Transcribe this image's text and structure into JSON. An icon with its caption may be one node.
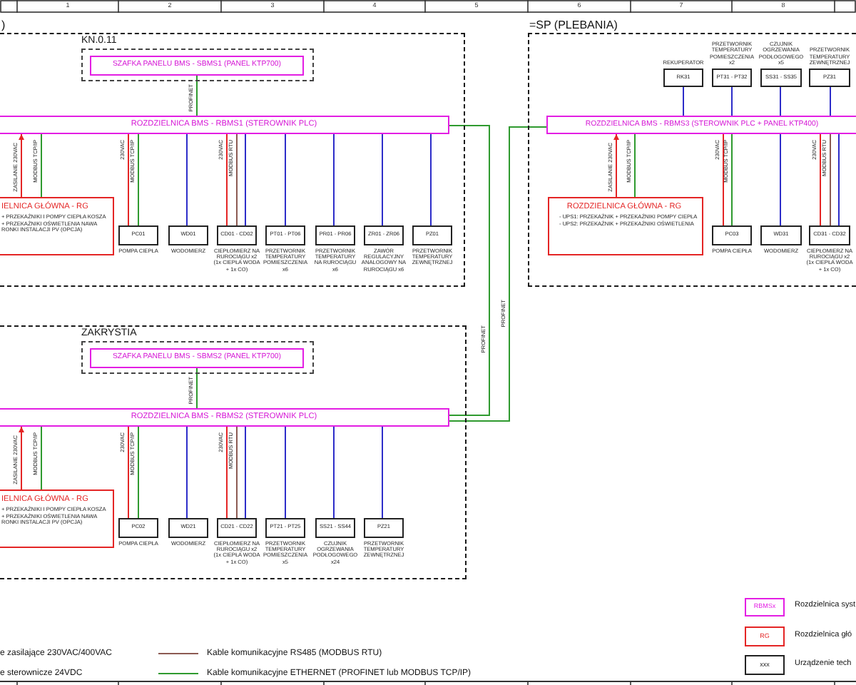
{
  "diagram": {
    "nodes": [
      {
        "text": [
          ")"
        ]
      },
      {
        "text": [
          "KN.0.11"
        ],
        "in": 0
      },
      {
        "text": [
          "SZAFKA PANELU BMS - SBMS1 (PANEL KTP700)"
        ],
        "in": 1
      },
      {
        "text": [
          "ROZDZIELNICA BMS - RBMS1 (STEROWNIK PLC)"
        ],
        "in": 0
      },
      {
        "text": [
          "IELNICA GŁÓWNA - RG",
          "+ PRZEKAŹNIKI I POMPY CIEPŁA KOSZA",
          "+ PRZEKAŹNIKI OŚWIETLENIA NAWA",
          "RONKI INSTALACJI PV (OPCJA)"
        ],
        "in": 0
      },
      {
        "text": [
          "PC01"
        ],
        "beside": [
          "POMPA CIEPŁA"
        ],
        "in": 0
      },
      {
        "text": [
          "WD01"
        ],
        "beside": [
          "WODOMIERZ"
        ],
        "in": 0
      },
      {
        "text": [
          "CD01 - CD02"
        ],
        "beside": [
          "CIEPŁOMIERZ NA RUROCIĄGU x2 (1x CIEPŁA WODA + 1x CO)"
        ],
        "in": 0
      },
      {
        "text": [
          "PT01 - PT06"
        ],
        "beside": [
          "PRZETWORNIK TEMPERATURY POMIESZCZENIA x6"
        ],
        "in": 0
      },
      {
        "text": [
          "PR01 - PR06"
        ],
        "beside": [
          "PRZETWORNIK TEMPERATURY NA RUROCIĄGU x6"
        ],
        "in": 0
      },
      {
        "text": [
          "ZR01 - ZR06"
        ],
        "beside": [
          "ZAWÓR REGULACYJNY ANALOGOWY NA RUROCIĄGU x6"
        ],
        "in": 0
      },
      {
        "text": [
          "PZ01"
        ],
        "beside": [
          "PRZETWORNIK TEMPERATURY ZEWNĘTRZNEJ"
        ],
        "in": 0
      },
      {
        "text": [
          "=SP (PLEBANIA)"
        ]
      },
      {
        "text": [
          "RK31"
        ],
        "beside": [
          "REKUPERATOR"
        ],
        "in": 12
      },
      {
        "text": [
          "PT31 - PT32"
        ],
        "beside": [
          "PRZETWORNIK TEMPERATURY POMIESZCZENIA x2"
        ],
        "in": 12
      },
      {
        "text": [
          "SS31 - SS35"
        ],
        "beside": [
          "CZUJNIK OGRZEWANIA PODŁOGOWEGO x5"
        ],
        "in": 12
      },
      {
        "text": [
          "PZ31"
        ],
        "beside": [
          "PRZETWORNIK TEMPERATURY ZEWNĘTRZNEJ"
        ],
        "in": 12
      },
      {
        "text": [
          "ROZDZIELNICA BMS - RBMS3 (STEROWNIK PLC + PANEL KTP400)"
        ],
        "in": 12
      },
      {
        "text": [
          "ROZDZIELNICA GŁÓWNA - RG",
          "- UPS1: PRZEKAŹNIK + PRZEKAŹNIKI POMPY CIEPŁA",
          "- UPS2: PRZEKAŹNIK + PRZEKAŹNIKI OŚWIETLENIA"
        ],
        "in": 12
      },
      {
        "text": [
          "PC03"
        ],
        "beside": [
          "POMPA CIEPŁA"
        ],
        "in": 12
      },
      {
        "text": [
          "WD31"
        ],
        "beside": [
          "WODOMIERZ"
        ],
        "in": 12
      },
      {
        "text": [
          "CD31 - CD32"
        ],
        "beside": [
          "CIEPŁOMIERZ NA RUROCIĄGU x2 (1x CIEPŁA WODA + 1x CO)"
        ],
        "in": 12
      },
      {
        "text": [],
        "shape": "box"
      },
      {
        "text": [
          "ZAKRYSTIA"
        ],
        "in": 22
      },
      {
        "text": [
          "SZAFKA PANELU BMS - SBMS2 (PANEL KTP700)"
        ],
        "in": 23
      },
      {
        "text": [
          "ROZDZIELNICA BMS - RBMS2 (STEROWNIK PLC)"
        ],
        "in": 22
      },
      {
        "text": [
          "IELNICA GŁÓWNA - RG",
          "+ PRZEKAŹNIKI I POMPY CIEPŁA KOSZA",
          "+ PRZEKAŹNIKI OŚWIETLENIA NAWA",
          "RONKI INSTALACJI PV (OPCJA)"
        ],
        "in": 22
      },
      {
        "text": [
          "PC02"
        ],
        "beside": [
          "POMPA CIEPŁA"
        ],
        "in": 22
      },
      {
        "text": [
          "WD21"
        ],
        "beside": [
          "WODOMIERZ"
        ],
        "in": 22
      },
      {
        "text": [
          "CD21 - CD22"
        ],
        "beside": [
          "CIEPŁOMIERZ NA RUROCIĄGU x2 (1x CIEPŁA WODA + 1x CO)"
        ],
        "in": 22
      },
      {
        "text": [
          "PT21 - PT25"
        ],
        "beside": [
          "PRZETWORNIK TEMPERATURY POMIESZCZENIA x5"
        ],
        "in": 22
      },
      {
        "text": [
          "SS21 - SS44"
        ],
        "beside": [
          "CZUJNIK OGRZEWANIA PODŁOGOWEGO x24"
        ],
        "in": 22
      },
      {
        "text": [
          "PZ21"
        ],
        "beside": [
          "PRZETWORNIK TEMPERATURY ZEWNĘTRZNEJ"
        ],
        "in": 22
      }
    ],
    "edges": [
      {
        "from": 2,
        "to": 3,
        "arrow": "none",
        "label": "PROFINET",
        "color": "#2f9a2f"
      },
      {
        "from": 4,
        "to": 3,
        "arrow": "to",
        "label": "ZASILANIE 230VAC",
        "color": "#e42525"
      },
      {
        "from": 4,
        "to": 3,
        "arrow": "none",
        "label": "MODBUS TCP/IP",
        "color": "#2f9a2f"
      },
      {
        "from": 3,
        "to": 5,
        "arrow": "none",
        "label": "230VAC",
        "color": "#e42525"
      },
      {
        "from": 3,
        "to": 5,
        "arrow": "none",
        "label": "MODBUS TCP/IP",
        "color": "#2f9a2f"
      },
      {
        "from": 3,
        "to": 6,
        "arrow": "none"
      },
      {
        "from": 3,
        "to": 7,
        "arrow": "none",
        "label": "230VAC",
        "color": "#e42525"
      },
      {
        "from": 3,
        "to": 7,
        "arrow": "none",
        "label": "MODBUS RTU",
        "color": "#8c5a52"
      },
      {
        "from": 3,
        "to": 7,
        "arrow": "none"
      },
      {
        "from": 3,
        "to": 8,
        "arrow": "none"
      },
      {
        "from": 3,
        "to": 9,
        "arrow": "none"
      },
      {
        "from": 3,
        "to": 10,
        "arrow": "none"
      },
      {
        "from": 3,
        "to": 11,
        "arrow": "none"
      },
      {
        "from": 3,
        "to": 25,
        "arrow": "none",
        "label": "PROFINET",
        "color": "#2f9a2f"
      },
      {
        "from": 17,
        "to": 25,
        "arrow": "none",
        "label": "PROFINET",
        "color": "#2f9a2f"
      },
      {
        "from": 13,
        "to": 17,
        "arrow": "none"
      },
      {
        "from": 14,
        "to": 17,
        "arrow": "none"
      },
      {
        "from": 15,
        "to": 17,
        "arrow": "none"
      },
      {
        "from": 16,
        "to": 17,
        "arrow": "none"
      },
      {
        "from": 18,
        "to": 17,
        "arrow": "to",
        "label": "ZASILANIE 230VAC",
        "color": "#e42525"
      },
      {
        "from": 18,
        "to": 17,
        "arrow": "none",
        "label": "MODBUS TCP/IP",
        "color": "#2f9a2f"
      },
      {
        "from": 17,
        "to": 19,
        "arrow": "none",
        "label": "230VAC",
        "color": "#e42525"
      },
      {
        "from": 17,
        "to": 19,
        "arrow": "none",
        "label": "MODBUS TCP/IP",
        "color": "#2f9a2f"
      },
      {
        "from": 17,
        "to": 20,
        "arrow": "none"
      },
      {
        "from": 17,
        "to": 21,
        "arrow": "none",
        "label": "230VAC",
        "color": "#e42525"
      },
      {
        "from": 17,
        "to": 21,
        "arrow": "none",
        "label": "MODBUS RTU",
        "color": "#8c5a52"
      },
      {
        "from": 17,
        "to": 21,
        "arrow": "none"
      },
      {
        "from": 24,
        "to": 25,
        "arrow": "none",
        "label": "PROFINET",
        "color": "#2f9a2f"
      },
      {
        "from": 26,
        "to": 25,
        "arrow": "to",
        "label": "ZASILANIE 230VAC",
        "color": "#e42525"
      },
      {
        "from": 26,
        "to": 25,
        "arrow": "none",
        "label": "MODBUS TCP/IP",
        "color": "#2f9a2f"
      },
      {
        "from": 25,
        "to": 27,
        "arrow": "none",
        "label": "230VAC",
        "color": "#e42525"
      },
      {
        "from": 25,
        "to": 27,
        "arrow": "none",
        "label": "MODBUS TCP/IP",
        "color": "#2f9a2f"
      },
      {
        "from": 25,
        "to": 28,
        "arrow": "none"
      },
      {
        "from": 25,
        "to": 29,
        "arrow": "none",
        "label": "230VAC",
        "color": "#e42525"
      },
      {
        "from": 25,
        "to": 29,
        "arrow": "none",
        "label": "MODBUS RTU",
        "color": "#8c5a52"
      },
      {
        "from": 25,
        "to": 29,
        "arrow": "none"
      },
      {
        "from": 25,
        "to": 30,
        "arrow": "none"
      },
      {
        "from": 25,
        "to": 31,
        "arrow": "none"
      },
      {
        "from": 25,
        "to": 32,
        "arrow": "none"
      }
    ],
    "labels": [
      "1",
      "2",
      "3",
      "4",
      "5",
      "6",
      "7",
      "8",
      "RBMSx",
      "RG",
      "xxx"
    ],
    "legend": [
      {
        "text": "e zasilające 230VAC/400VAC"
      },
      {
        "text": "e sterownicze 24VDC"
      },
      {
        "text": "Kable komunikacyjne RS485 (MODBUS RTU)"
      },
      {
        "text": "Kable komunikacyjne ETHERNET (PROFINET lub MODBUS TCP/IP)"
      },
      {
        "text": "Rozdzielnica syst"
      },
      {
        "text": "Rozdzielnica głó"
      },
      {
        "text": "Urządzenie tech"
      }
    ]
  }
}
